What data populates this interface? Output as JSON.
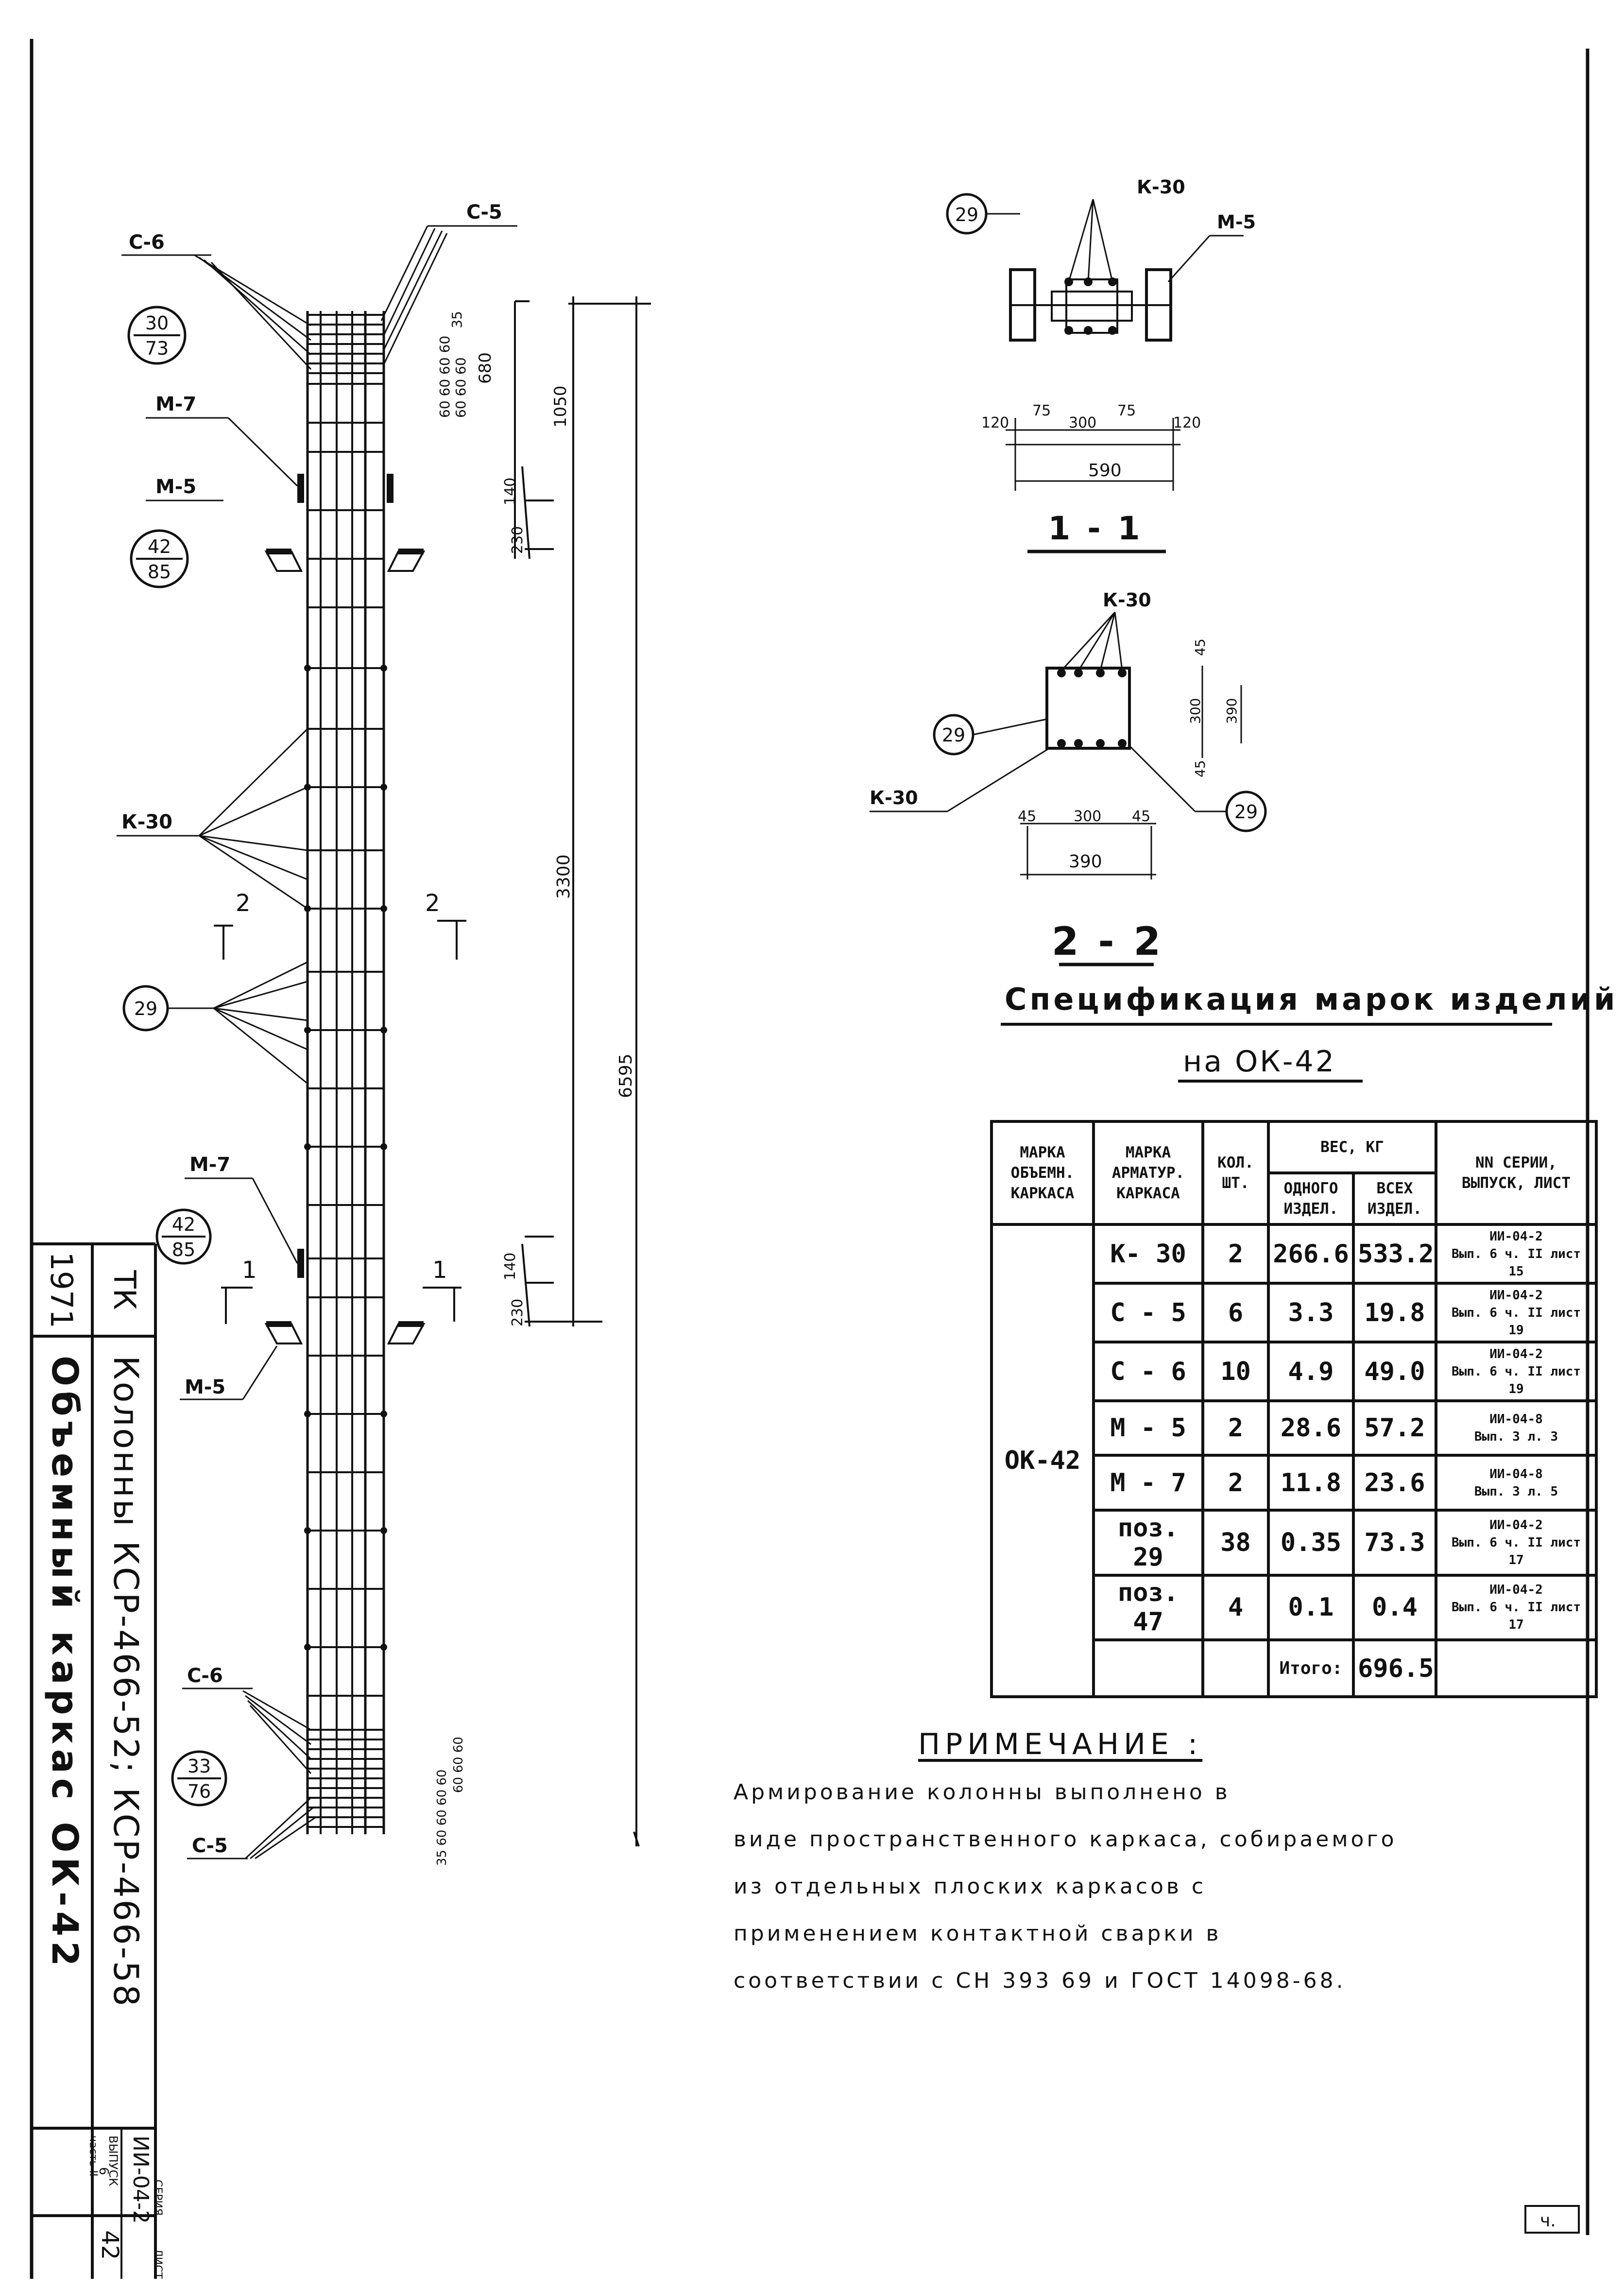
{
  "elevation": {
    "labels": {
      "c6_top": "С-6",
      "c5_top": "С-5",
      "m7_top": "М-7",
      "m5_top": "М-5",
      "k30": "К-30",
      "m7_bottom": "М-7",
      "m5_bottom": "М-5",
      "c6_bottom": "С-6",
      "c5_bottom": "С-5"
    },
    "bubbles": {
      "b1_top": "30",
      "b1_bottom": "73",
      "b2_top": "42",
      "b2_bottom": "85",
      "b3": "29",
      "b4_top": "42",
      "b4_bottom": "85",
      "b5_top": "33",
      "b5_bottom": "76"
    },
    "section_marks": {
      "s2": "2",
      "s2b": "2",
      "s1": "1",
      "s1b": "1"
    },
    "dimensions": {
      "d35": "35",
      "d60a": "60 60 60 60",
      "d60b": "60 60 60",
      "d680": "680",
      "d1050": "1050",
      "d230a": "230",
      "d140a": "140",
      "d3300": "3300",
      "d6595": "6595",
      "d230b": "230",
      "d140b": "140",
      "d_bottom_a": "60 60 60",
      "d_bottom_b": "35 60 60 60 60"
    }
  },
  "section_1_1": {
    "bubble": "29",
    "k30": "К-30",
    "m5": "М-5",
    "dims": {
      "a": "120",
      "b": "75",
      "c": "300",
      "d": "75",
      "e": "120",
      "total": "590"
    },
    "title": "1 - 1"
  },
  "section_2_2": {
    "k30_top": "К-30",
    "k30_left": "К-30",
    "bubble_left": "29",
    "bubble_right": "29",
    "dims": {
      "a": "45",
      "b": "300",
      "c": "45",
      "total": "390",
      "v45a": "45",
      "v300": "300",
      "v390": "390",
      "v45b": "45"
    },
    "title": "2 - 2"
  },
  "spec": {
    "title": "Спецификация марок изделий",
    "subtitle": "на ОК-42",
    "headers": {
      "col1": "МАРКА ОБЪЕМН. КАРКАСА",
      "col2": "МАРКА АРМАТУР. КАРКАСА",
      "col3": "КОЛ. ШТ.",
      "weight": "ВЕС, КГ",
      "col4": "ОДНОГО ИЗДЕЛ.",
      "col5": "ВСЕХ ИЗДЕЛ.",
      "col6": "NN СЕРИИ, ВЫПУСК, ЛИСТ"
    },
    "group_mark": "ОК-42",
    "rows": [
      {
        "mark": "К- 30",
        "qty": "2",
        "one": "266.6",
        "all": "533.2",
        "ref1": "ИИ-04-2",
        "ref2": "Вып. 6 ч. II лист 15"
      },
      {
        "mark": "С - 5",
        "qty": "6",
        "one": "3.3",
        "all": "19.8",
        "ref1": "ИИ-04-2",
        "ref2": "Вып. 6 ч. II лист 19"
      },
      {
        "mark": "С - 6",
        "qty": "10",
        "one": "4.9",
        "all": "49.0",
        "ref1": "ИИ-04-2",
        "ref2": "Вып. 6 ч. II лист 19"
      },
      {
        "mark": "М - 5",
        "qty": "2",
        "one": "28.6",
        "all": "57.2",
        "ref1": "ИИ-04-8",
        "ref2": "Вып. 3 л. 3"
      },
      {
        "mark": "М - 7",
        "qty": "2",
        "one": "11.8",
        "all": "23.6",
        "ref1": "ИИ-04-8",
        "ref2": "Вып. 3 л. 5"
      },
      {
        "mark": "поз. 29",
        "qty": "38",
        "one": "0.35",
        "all": "73.3",
        "ref1": "ИИ-04-2",
        "ref2": "Вып. 6 ч. II лист 17"
      },
      {
        "mark": "поз. 47",
        "qty": "4",
        "one": "0.1",
        "all": "0.4",
        "ref1": "ИИ-04-2",
        "ref2": "Вып. 6 ч. II лист 17"
      }
    ],
    "total_label": "Итого:",
    "total_value": "696.5"
  },
  "note": {
    "title": "ПРИМЕЧАНИЕ :",
    "lines": [
      "Армирование колонны выполнено в",
      "виде пространственного каркаса, собираемого",
      "из отдельных плоских каркасов с",
      "применением контактной сварки в",
      "соответствии с СН 393 69 и ГОСТ 14098-68."
    ]
  },
  "title_block": {
    "year": "1971",
    "tk": "ТК",
    "line1": "Колонны КСР-466-52; КСР-466-58",
    "line2": "Объемный каркас ОК-42",
    "series_label": "СЕРИЯ",
    "series_value": "ИИ-04-2",
    "issue_label": "ВЫПУСК",
    "issue_value": "6",
    "part_label": "часть II",
    "sheet_label": "ЛИСТ",
    "sheet_value": "42"
  },
  "page_mark": "ч."
}
